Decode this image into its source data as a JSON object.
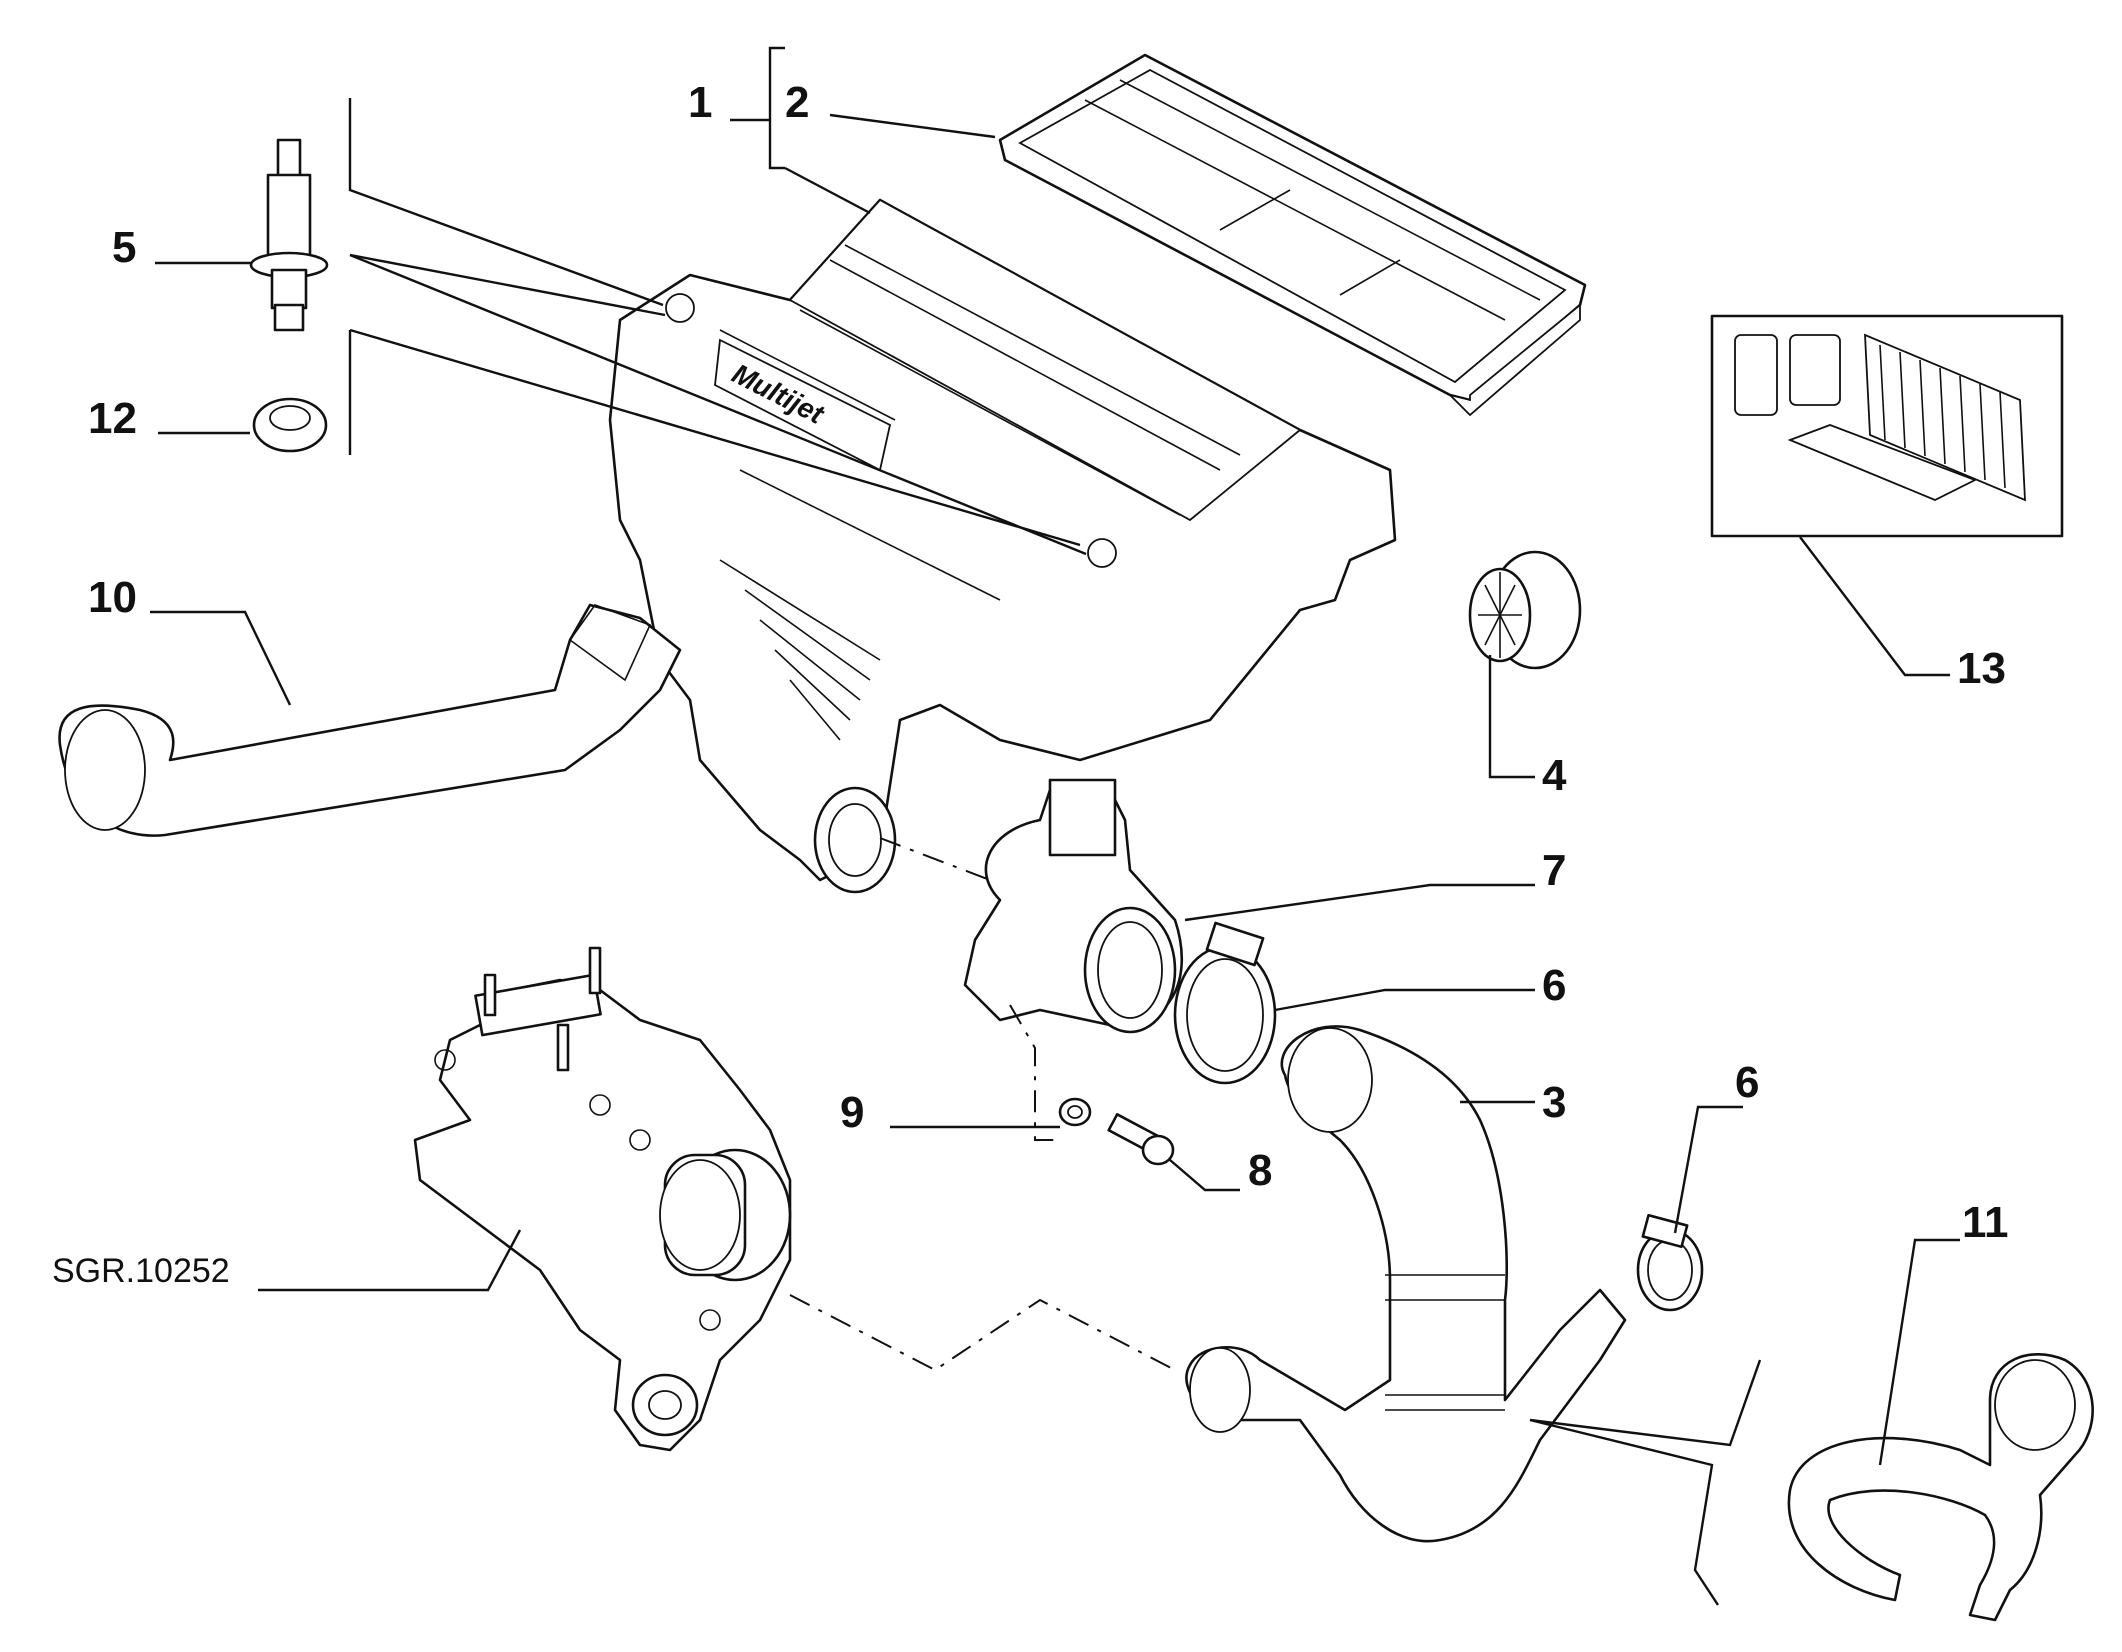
{
  "diagram": {
    "reference_code": "SGR.10252",
    "callouts": [
      "1",
      "2",
      "3",
      "4",
      "5",
      "6",
      "6",
      "7",
      "8",
      "9",
      "10",
      "11",
      "12",
      "13"
    ],
    "colors": {
      "line": "#111111",
      "background": "#ffffff"
    }
  }
}
